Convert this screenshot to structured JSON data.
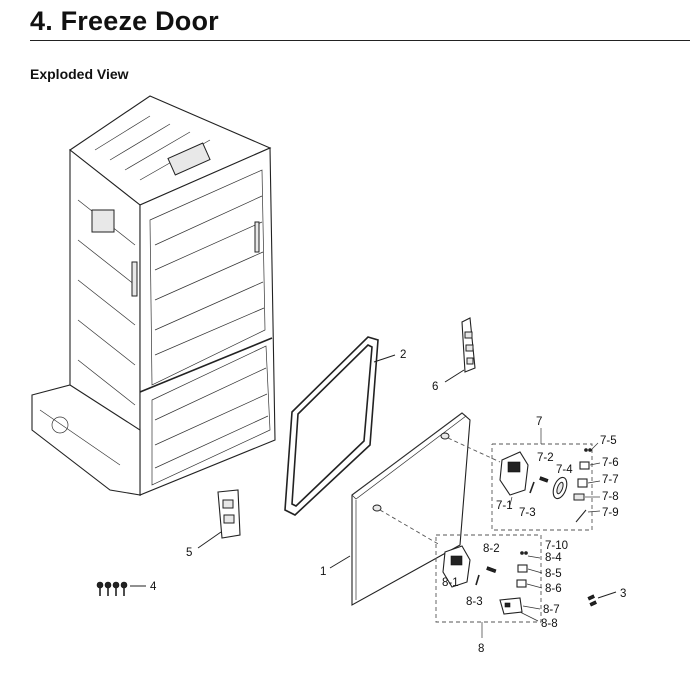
{
  "header": {
    "title": "4.  Freeze Door",
    "subtitle": "Exploded View"
  },
  "callouts": {
    "c1": "1",
    "c2": "2",
    "c3": "3",
    "c4": "4",
    "c5": "5",
    "c6": "6",
    "c7": "7",
    "c7_1": "7-1",
    "c7_2": "7-2",
    "c7_3": "7-3",
    "c7_4": "7-4",
    "c7_5": "7-5",
    "c7_6": "7-6",
    "c7_7": "7-7",
    "c7_8": "7-8",
    "c7_9": "7-9",
    "c7_10": "7-10",
    "c8": "8",
    "c8_1": "8-1",
    "c8_2": "8-2",
    "c8_3": "8-3",
    "c8_4": "8-4",
    "c8_5": "8-5",
    "c8_6": "8-6",
    "c8_7": "8-7",
    "c8_8": "8-8"
  }
}
